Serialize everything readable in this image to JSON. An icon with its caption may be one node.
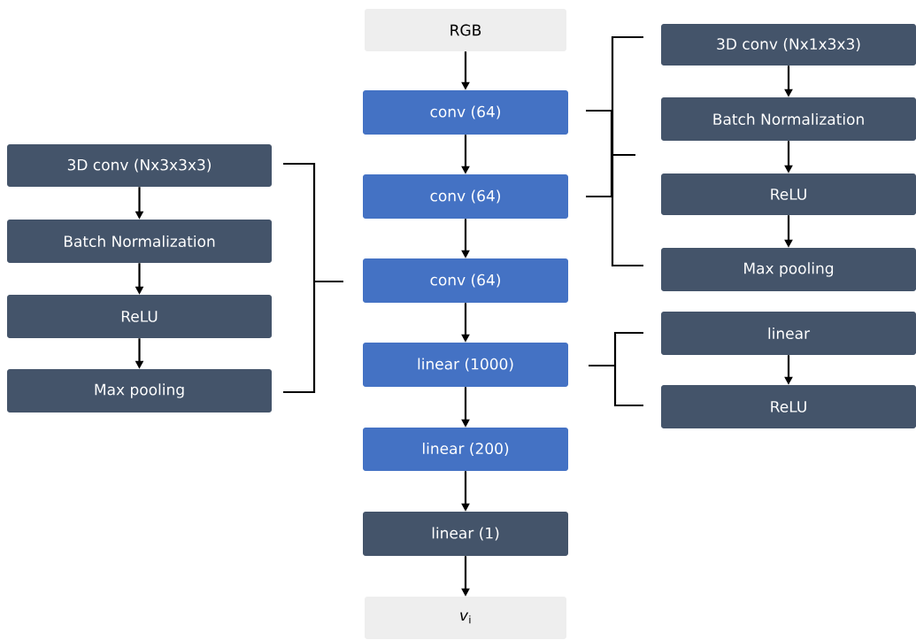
{
  "diagram": {
    "nodes": [
      {
        "text": [
          "RGB"
        ]
      },
      {
        "text": [
          "conv (64)"
        ]
      },
      {
        "text": [
          "conv (64)"
        ]
      },
      {
        "text": [
          "conv (64)"
        ]
      },
      {
        "text": [
          "linear (1000)"
        ]
      },
      {
        "text": [
          "linear (200)"
        ]
      },
      {
        "text": [
          "linear (1)"
        ]
      },
      {
        "text": [
          "*v*$_{i}$"
        ]
      },
      {
        "text": [
          "3D conv (Nx3x3x3)"
        ]
      },
      {
        "text": [
          "Batch Normalization"
        ]
      },
      {
        "text": [
          "ReLU"
        ]
      },
      {
        "text": [
          "Max pooling"
        ]
      },
      {
        "text": [
          "3D conv (Nx1x3x3)"
        ]
      },
      {
        "text": [
          "Batch Normalization"
        ]
      },
      {
        "text": [
          "ReLU"
        ]
      },
      {
        "text": [
          "Max pooling"
        ]
      },
      {
        "text": [
          "linear"
        ]
      },
      {
        "text": [
          "ReLU"
        ]
      }
    ],
    "edges": [
      {
        "from": 0,
        "to": 1,
        "arrow": "to"
      },
      {
        "from": 1,
        "to": 2,
        "arrow": "to"
      },
      {
        "from": 2,
        "to": 3,
        "arrow": "to"
      },
      {
        "from": 3,
        "to": 4,
        "arrow": "to"
      },
      {
        "from": 4,
        "to": 5,
        "arrow": "to"
      },
      {
        "from": 5,
        "to": 6,
        "arrow": "to"
      },
      {
        "from": 6,
        "to": 7,
        "arrow": "to"
      },
      {
        "from": 8,
        "to": 9,
        "arrow": "to"
      },
      {
        "from": 9,
        "to": 10,
        "arrow": "to"
      },
      {
        "from": 10,
        "to": 11,
        "arrow": "to"
      },
      {
        "from": 12,
        "to": 13,
        "arrow": "to"
      },
      {
        "from": 13,
        "to": 14,
        "arrow": "to"
      },
      {
        "from": 14,
        "to": 15,
        "arrow": "to"
      },
      {
        "from": 16,
        "to": 17,
        "arrow": "to"
      }
    ]
  }
}
